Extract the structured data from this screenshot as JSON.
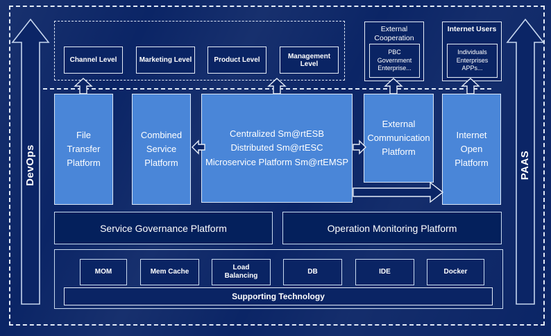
{
  "colors": {
    "background_navy": "#0b2566",
    "platform_blue": "#4a86d8",
    "border_light": "#e6edf8",
    "bar_navy": "#04205c"
  },
  "rails": {
    "left_label": "DevOps",
    "right_label": "PAAS"
  },
  "levels": {
    "channel": "Channel Level",
    "marketing": "Marketing Level",
    "product": "Product Level",
    "management": "Management Level"
  },
  "external_cooperation": {
    "title": "External Cooperation",
    "inner": "PBC Government Enterprise..."
  },
  "internet_users": {
    "title": "Internet Users",
    "inner": "Individuals Enterprises APPs..."
  },
  "platforms": {
    "file_transfer": "File Transfer Platform",
    "combined_service": "Combined Service Platform",
    "central_lines": {
      "0": "Centralized Sm@rtESB",
      "1": "Distributed Sm@rtESC",
      "2": "Microservice Platform Sm@rtEMSP"
    },
    "external_communication": "External Communication Platform",
    "internet_open": "Internet Open Platform"
  },
  "middle_bars": {
    "governance": "Service Governance Platform",
    "monitoring": "Operation Monitoring Platform"
  },
  "supporting": {
    "tech": {
      "0": "MOM",
      "1": "Mem Cache",
      "2": "Load Balancing",
      "3": "DB",
      "4": "IDE",
      "5": "Docker"
    },
    "label": "Supporting Technology"
  }
}
